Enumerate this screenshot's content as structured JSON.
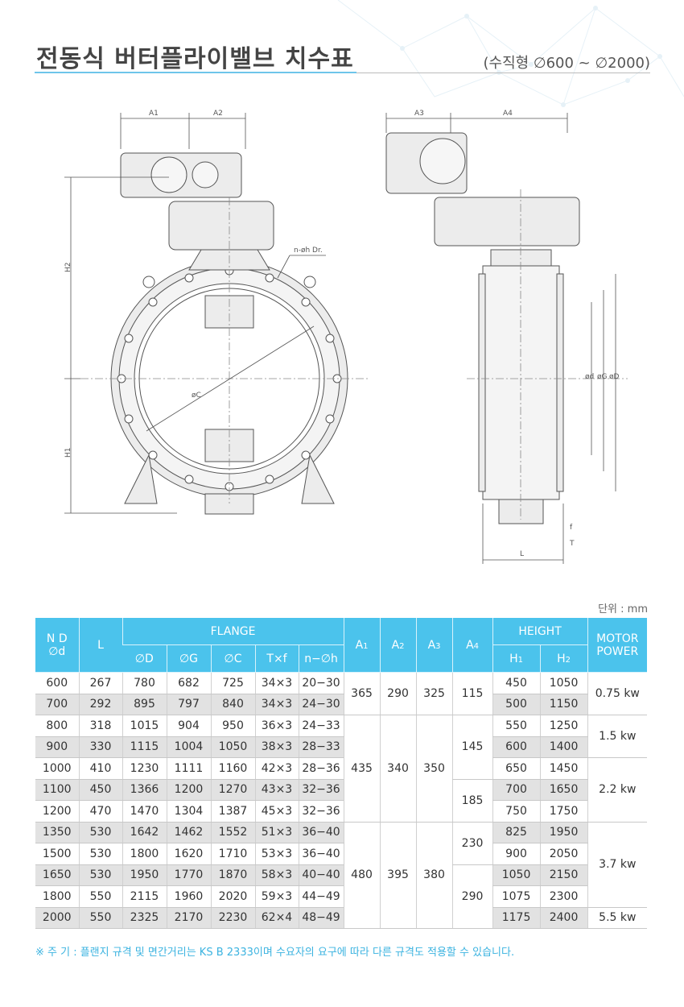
{
  "title": "전동식 버터플라이밸브 치수표",
  "subtitle": "(수직형 ∅600 ~ ∅2000)",
  "unit": "단위 : mm",
  "drawing_labels": {
    "a1": "A1",
    "a2": "A2",
    "a3": "A3",
    "a4": "A4",
    "h1": "H1",
    "h2": "H2",
    "c": "øC",
    "bolt": "n-øh Dr.",
    "d": "ød",
    "g": "øG",
    "dd": "øD",
    "f": "f",
    "t": "T",
    "l": "L"
  },
  "table": {
    "headers": {
      "nd": "N D",
      "nd_sub": "∅d",
      "l": "L",
      "flange": "FLANGE",
      "od": "∅D",
      "og": "∅G",
      "oc": "∅C",
      "txf": "T×f",
      "noh": "n−∅h",
      "a1": "A",
      "a1n": "1",
      "a2": "A",
      "a2n": "2",
      "a3": "A",
      "a3n": "3",
      "a4": "A",
      "a4n": "4",
      "height": "HEIGHT",
      "h1": "H",
      "h1n": "1",
      "h2": "H",
      "h2n": "2",
      "motor": "MOTOR",
      "power": "POWER"
    },
    "rows": [
      {
        "nd": "600",
        "l": "267",
        "d": "780",
        "g": "682",
        "c": "725",
        "tf": "34×3",
        "nh": "20−30",
        "h1": "450",
        "h2": "1050"
      },
      {
        "nd": "700",
        "l": "292",
        "d": "895",
        "g": "797",
        "c": "840",
        "tf": "34×3",
        "nh": "24−30",
        "h1": "500",
        "h2": "1150"
      },
      {
        "nd": "800",
        "l": "318",
        "d": "1015",
        "g": "904",
        "c": "950",
        "tf": "36×3",
        "nh": "24−33",
        "h1": "550",
        "h2": "1250"
      },
      {
        "nd": "900",
        "l": "330",
        "d": "1115",
        "g": "1004",
        "c": "1050",
        "tf": "38×3",
        "nh": "28−33",
        "h1": "600",
        "h2": "1400"
      },
      {
        "nd": "1000",
        "l": "410",
        "d": "1230",
        "g": "1111",
        "c": "1160",
        "tf": "42×3",
        "nh": "28−36",
        "h1": "650",
        "h2": "1450"
      },
      {
        "nd": "1100",
        "l": "450",
        "d": "1366",
        "g": "1200",
        "c": "1270",
        "tf": "43×3",
        "nh": "32−36",
        "h1": "700",
        "h2": "1650"
      },
      {
        "nd": "1200",
        "l": "470",
        "d": "1470",
        "g": "1304",
        "c": "1387",
        "tf": "45×3",
        "nh": "32−36",
        "h1": "750",
        "h2": "1750"
      },
      {
        "nd": "1350",
        "l": "530",
        "d": "1642",
        "g": "1462",
        "c": "1552",
        "tf": "51×3",
        "nh": "36−40",
        "h1": "825",
        "h2": "1950"
      },
      {
        "nd": "1500",
        "l": "530",
        "d": "1800",
        "g": "1620",
        "c": "1710",
        "tf": "53×3",
        "nh": "36−40",
        "h1": "900",
        "h2": "2050"
      },
      {
        "nd": "1650",
        "l": "530",
        "d": "1950",
        "g": "1770",
        "c": "1870",
        "tf": "58×3",
        "nh": "40−40",
        "h1": "1050",
        "h2": "2150"
      },
      {
        "nd": "1800",
        "l": "550",
        "d": "2115",
        "g": "1960",
        "c": "2020",
        "tf": "59×3",
        "nh": "44−49",
        "h1": "1075",
        "h2": "2300"
      },
      {
        "nd": "2000",
        "l": "550",
        "d": "2325",
        "g": "2170",
        "c": "2230",
        "tf": "62×4",
        "nh": "48−49",
        "h1": "1175",
        "h2": "2400"
      }
    ],
    "merged": {
      "a_group1": {
        "a1": "365",
        "a2": "290",
        "a3": "325"
      },
      "a_group2": {
        "a1": "435",
        "a2": "340",
        "a3": "350"
      },
      "a_group3": {
        "a1": "480",
        "a2": "395",
        "a3": "380"
      },
      "a4": [
        "115",
        "145",
        "185",
        "230",
        "290"
      ],
      "motor": [
        "0.75 kw",
        "1.5 kw",
        "2.2 kw",
        "3.7 kw",
        "5.5 kw"
      ]
    }
  },
  "footnote": "※ 주 기 : 플랜지 규격 및 면간거리는 KS B 2333이며 수요자의 요구에 따라 다른 규격도 적용할 수 있습니다.",
  "colors": {
    "accent": "#4bc3ec",
    "note": "#3bb3e0",
    "shade": "#e2e2e2"
  }
}
